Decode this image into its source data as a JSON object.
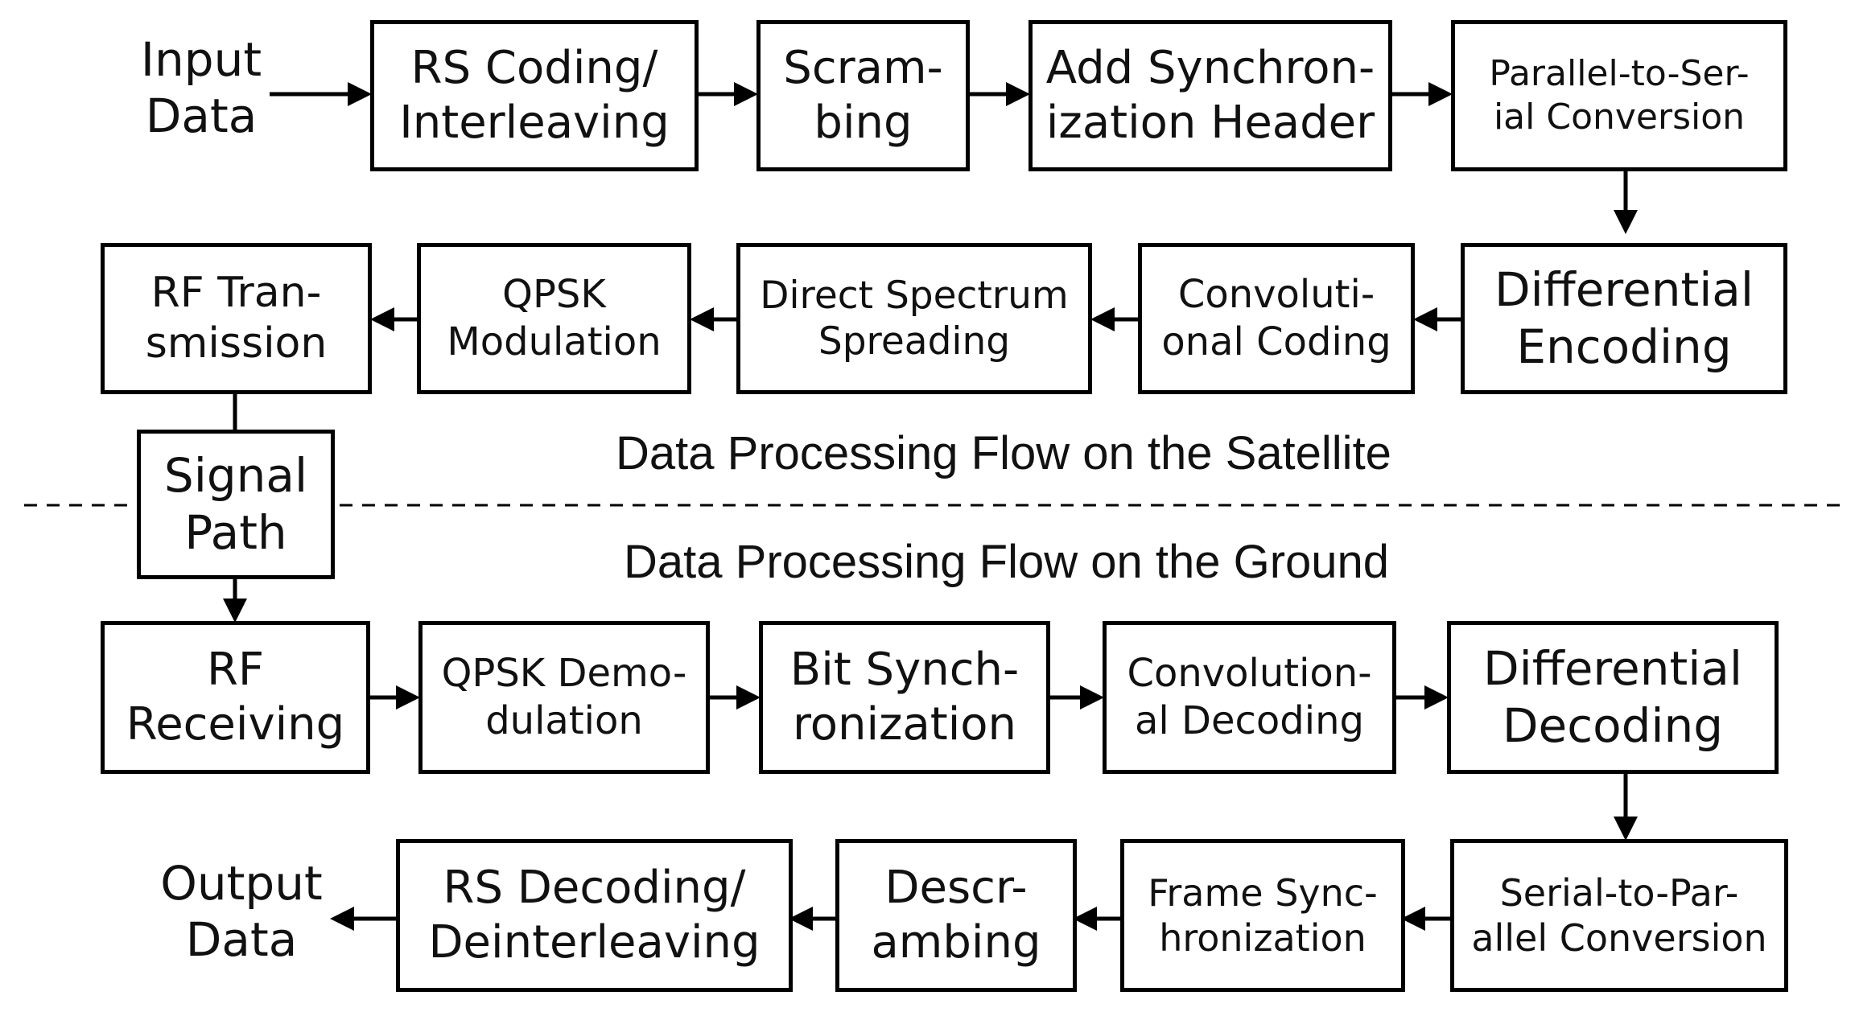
{
  "satellite": {
    "title": "Data Processing Flow on the Satellite",
    "input": [
      "Input",
      "Data"
    ],
    "blocks": {
      "rs_coding": [
        "RS Coding/",
        "Interleaving"
      ],
      "scrambling": [
        "Scram-",
        "bing"
      ],
      "sync_header": [
        "Add Synchron-",
        "ization Header"
      ],
      "p2s": [
        "Parallel-to-Ser-",
        "ial Conversion"
      ],
      "diff_encoding": [
        "Differential",
        "Encoding"
      ],
      "conv_coding": [
        "Convoluti-",
        "onal Coding"
      ],
      "dsss": [
        "Direct Spectrum",
        "Spreading"
      ],
      "qpsk_mod": [
        "QPSK",
        "Modulation"
      ],
      "rf_tx": [
        "RF Tran-",
        "smission"
      ]
    }
  },
  "signal_path": [
    "Signal",
    "Path"
  ],
  "ground": {
    "title": "Data Processing Flow on the Ground",
    "output": [
      "Output",
      "Data"
    ],
    "blocks": {
      "rf_rx": [
        "RF",
        "Receiving"
      ],
      "qpsk_demod": [
        "QPSK Demo-",
        "dulation"
      ],
      "bit_sync": [
        "Bit Synch-",
        "ronization"
      ],
      "conv_decoding": [
        "Convolution-",
        "al Decoding"
      ],
      "diff_decoding": [
        "Differential",
        "Decoding"
      ],
      "s2p": [
        "Serial-to-Par-",
        "allel Conversion"
      ],
      "frame_sync": [
        "Frame Sync-",
        "hronization"
      ],
      "descrambling": [
        "Descr-",
        "ambing"
      ],
      "rs_decoding": [
        "RS Decoding/",
        "Deinterleaving"
      ]
    }
  }
}
